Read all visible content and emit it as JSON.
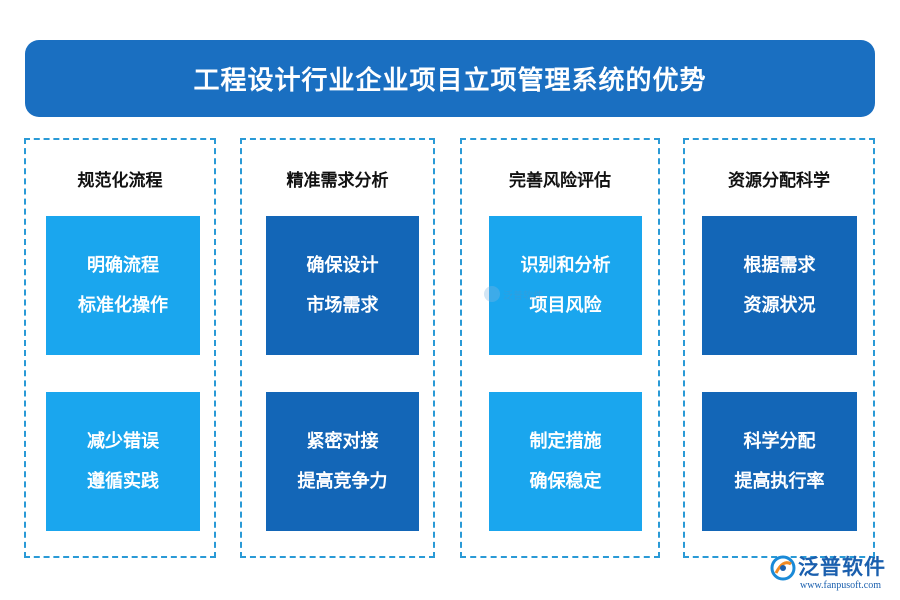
{
  "title": "工程设计行业企业项目立项管理系统的优势",
  "columns": [
    {
      "heading": "规范化流程",
      "cards": [
        {
          "lines": [
            "明确流程",
            "标准化操作"
          ]
        },
        {
          "lines": [
            "减少错误",
            "遵循实践"
          ]
        }
      ]
    },
    {
      "heading": "精准需求分析",
      "cards": [
        {
          "lines": [
            "确保设计",
            "市场需求"
          ]
        },
        {
          "lines": [
            "紧密对接",
            "提高竞争力"
          ]
        }
      ]
    },
    {
      "heading": "完善风险评估",
      "cards": [
        {
          "lines": [
            "识别和分析",
            "项目风险"
          ]
        },
        {
          "lines": [
            "制定措施",
            "确保稳定"
          ]
        }
      ]
    },
    {
      "heading": "资源分配科学",
      "cards": [
        {
          "lines": [
            "根据需求",
            "资源状况"
          ]
        },
        {
          "lines": [
            "科学分配",
            "提高执行率"
          ]
        }
      ]
    }
  ],
  "watermark": "泛普软件",
  "logo": {
    "name": "泛普软件",
    "url": "www.fanpusoft.com"
  },
  "colors": {
    "title_bar": "#1a6fc1",
    "card_light": "#1aa6ee",
    "card_dark": "#1366b7",
    "dashed_border": "#2a9ad6"
  }
}
